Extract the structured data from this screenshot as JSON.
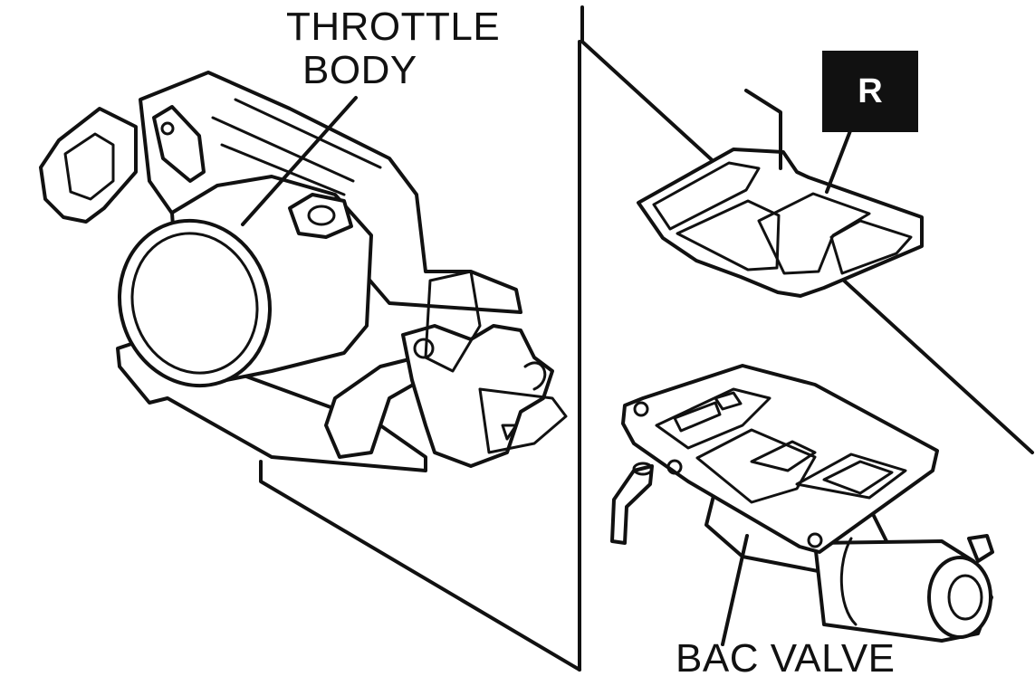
{
  "labels": {
    "throttle_line1": "THROTTLE",
    "throttle_line2": "BODY",
    "bac_valve": "BAC VALVE",
    "replace_badge": "R"
  },
  "colors": {
    "ink": "#111111",
    "paper": "#ffffff"
  },
  "icons": [
    "throttle-body-illustration",
    "gasket-illustration",
    "bac-valve-illustration"
  ]
}
